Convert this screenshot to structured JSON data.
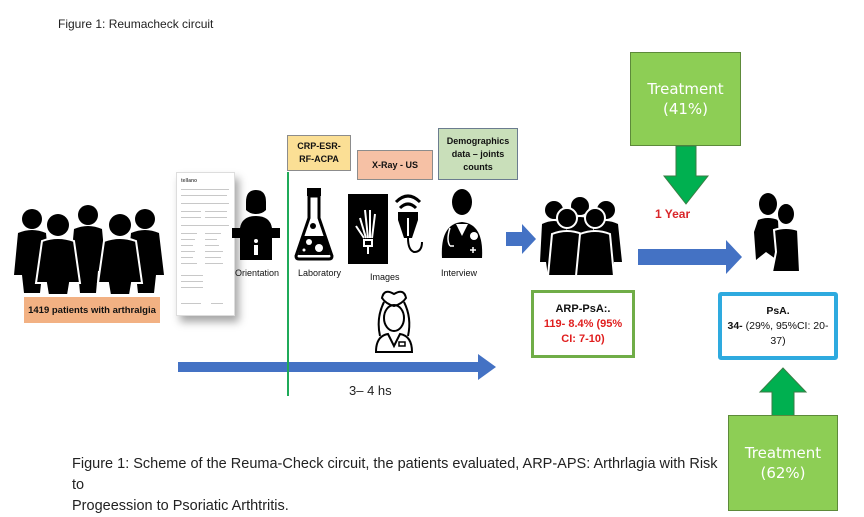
{
  "figure_title": "Figure 1: Reumacheck circuit",
  "patients": {
    "label": "1419 patients with arthralgia",
    "icon": "group-of-people-icon"
  },
  "form": {
    "icon": "clinical-form-document-icon",
    "header": "tellano"
  },
  "steps": [
    {
      "id": "orientation",
      "label": "Orientation",
      "icon": "reception-desk-info-icon"
    },
    {
      "id": "laboratory",
      "label": "Laboratory",
      "icon": "lab-flask-icon",
      "tag": "CRP-ESR-RF-ACPA"
    },
    {
      "id": "images",
      "label": "Images",
      "icon": "xray-ultrasound-icon",
      "tag": "X-Ray - US"
    },
    {
      "id": "interview",
      "label": "Interview",
      "icon": "doctor-stethoscope-icon",
      "tag": "Demographics data – joints counts"
    }
  ],
  "nurse_icon": "nurse-icon",
  "timeline": {
    "label": "3– 4 hs"
  },
  "arp": {
    "title": "ARP-PsA:.",
    "value_line1": "119- 8.4% (95%",
    "value_line2": "CI: 7-10)"
  },
  "follow_up": {
    "label": "1 Year"
  },
  "treatment_top": {
    "line1": "Treatment",
    "line2": "(41%)"
  },
  "treatment_bottom": {
    "line1": "Treatment",
    "line2": "(62%)"
  },
  "psa": {
    "title": "PsA.",
    "value_bold": "34-",
    "value_rest": " (29%, 95%CI: 20-",
    "value_line2": "37)"
  },
  "caption": {
    "line1": "Figure 1: Scheme of the Reuma-Check circuit, the patients evaluated, ARP-APS: Arthrlagia with Risk to",
    "line2": "Progeession to Psoriatic Arthtritis."
  },
  "colors": {
    "flow_arrow": "#4472c4",
    "treatment_arrow": "#00b050",
    "treatment_box": "#8dce55",
    "arp_border": "#70ad47",
    "psa_border": "#2eaadf",
    "highlight_red": "#e01e1e",
    "divider_green": "#1faa59"
  }
}
